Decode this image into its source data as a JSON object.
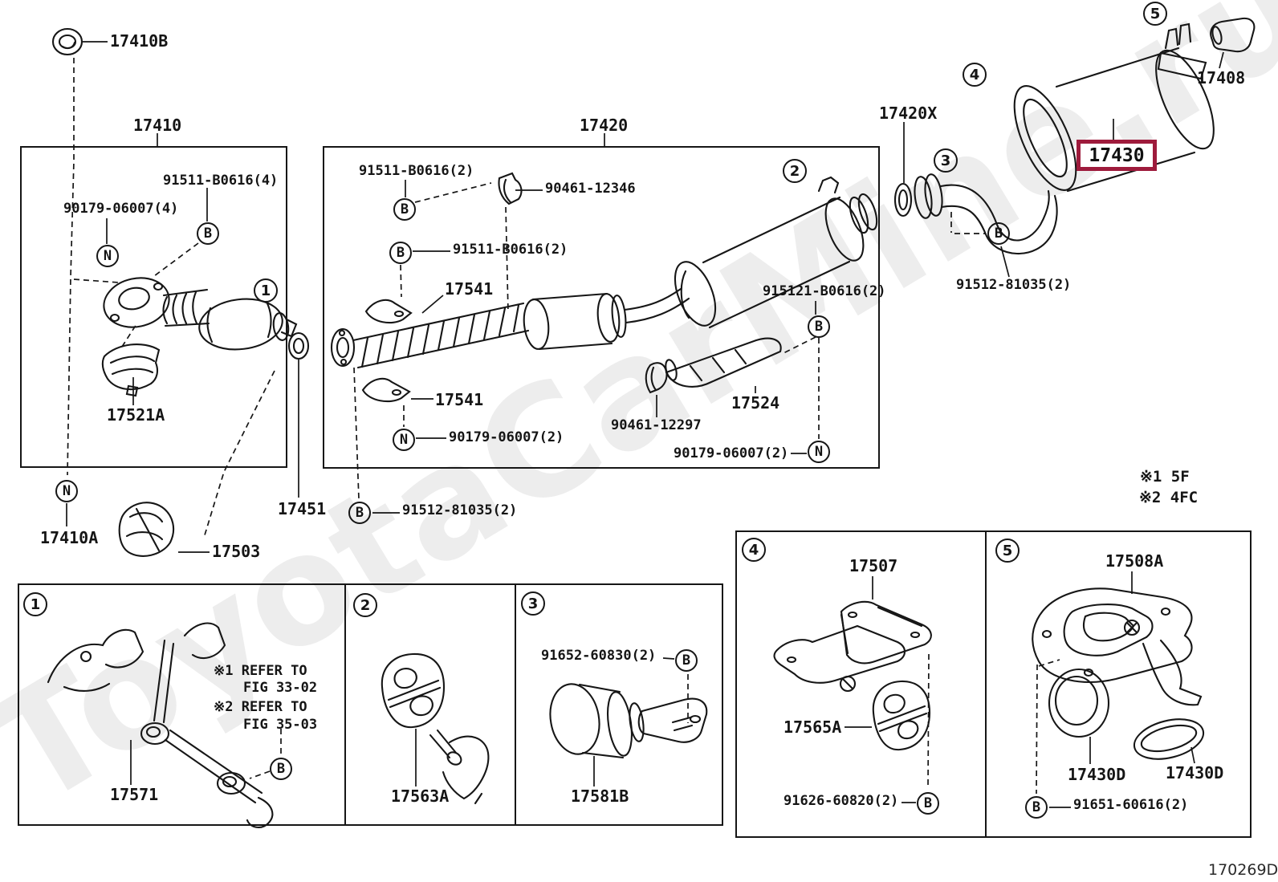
{
  "watermark": "ToyotaCarMine.ru",
  "doc_code": "170269D",
  "highlight_hex": "#9e1b3c",
  "glyphs": {
    "B": "B",
    "N": "N",
    "n1": "1",
    "n2": "2",
    "n3": "3",
    "n4": "4",
    "n5": "5"
  },
  "spec_notes": {
    "line1": "※1 5F",
    "line2": "※2 4FC"
  },
  "refer_notes": {
    "ref1a": "※1 REFER TO",
    "ref1b": "FIG 33-02",
    "ref2a": "※2 REFER TO",
    "ref2b": "FIG 35-03"
  },
  "parts": {
    "p17410B": "17410B",
    "p17410": "17410",
    "p91511_B0616_4": "91511-B0616(4)",
    "p90179_06007_4": "90179-06007(4)",
    "p17521A": "17521A",
    "p17410A": "17410A",
    "p17503": "17503",
    "p17451": "17451",
    "p91512_81035_2": "91512-81035(2)",
    "p17420": "17420",
    "p91511_B0616_2": "91511-B0616(2)",
    "p90461_12346": "90461-12346",
    "p17541": "17541",
    "p90179_06007_2": "90179-06007(2)",
    "p90461_12297": "90461-12297",
    "p17524": "17524",
    "p915121_B0616_2": "915121-B0616(2)",
    "p17420X": "17420X",
    "p17430": "17430",
    "p17408": "17408",
    "p17571": "17571",
    "p17563A": "17563A",
    "p91652_60830_2": "91652-60830(2)",
    "p17581B": "17581B",
    "p17507": "17507",
    "p17565A": "17565A",
    "p91626_60820_2": "91626-60820(2)",
    "p17508A": "17508A",
    "p17430D": "17430D",
    "p91651_60616_2": "91651-60616(2)"
  }
}
